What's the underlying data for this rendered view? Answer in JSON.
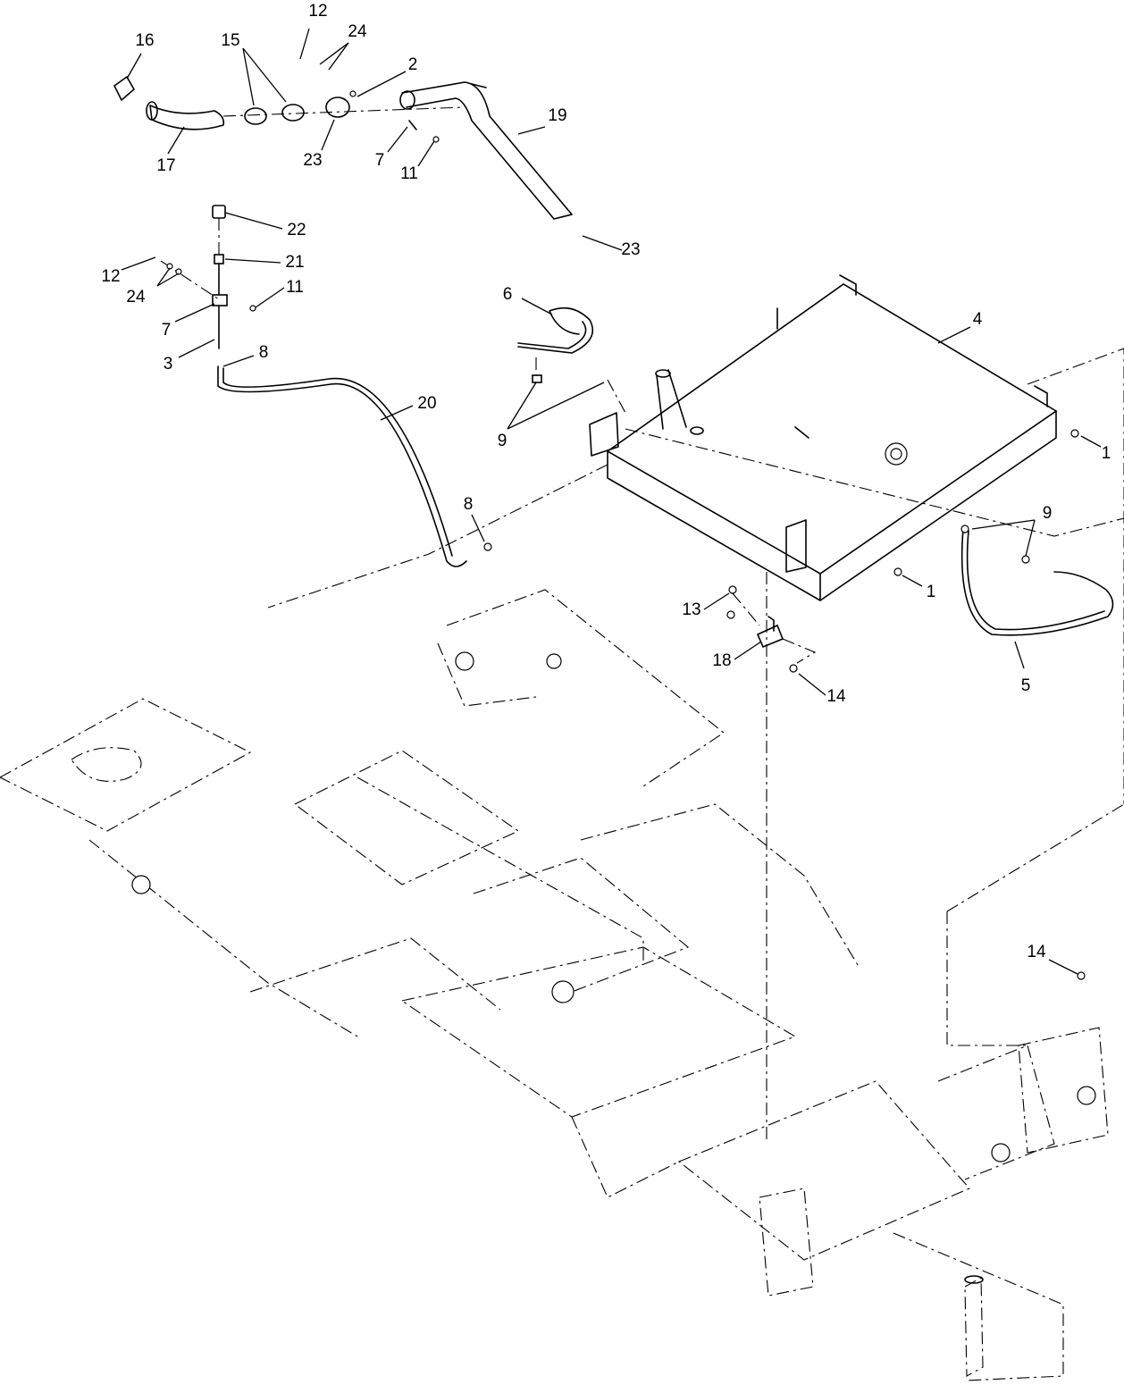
{
  "callouts": {
    "c1a": "1",
    "c1b": "1",
    "c2": "2",
    "c3": "3",
    "c4": "4",
    "c5": "5",
    "c6": "6",
    "c7a": "7",
    "c7b": "7",
    "c8a": "8",
    "c8b": "8",
    "c9a": "9",
    "c9b": "9",
    "c11a": "11",
    "c11b": "11",
    "c12a": "12",
    "c12b": "12",
    "c13": "13",
    "c14a": "14",
    "c14b": "14",
    "c15": "15",
    "c16": "16",
    "c17": "17",
    "c18": "18",
    "c19": "19",
    "c20": "20",
    "c21": "21",
    "c22": "22",
    "c23a": "23",
    "c23b": "23",
    "c24a": "24",
    "c24b": "24"
  }
}
